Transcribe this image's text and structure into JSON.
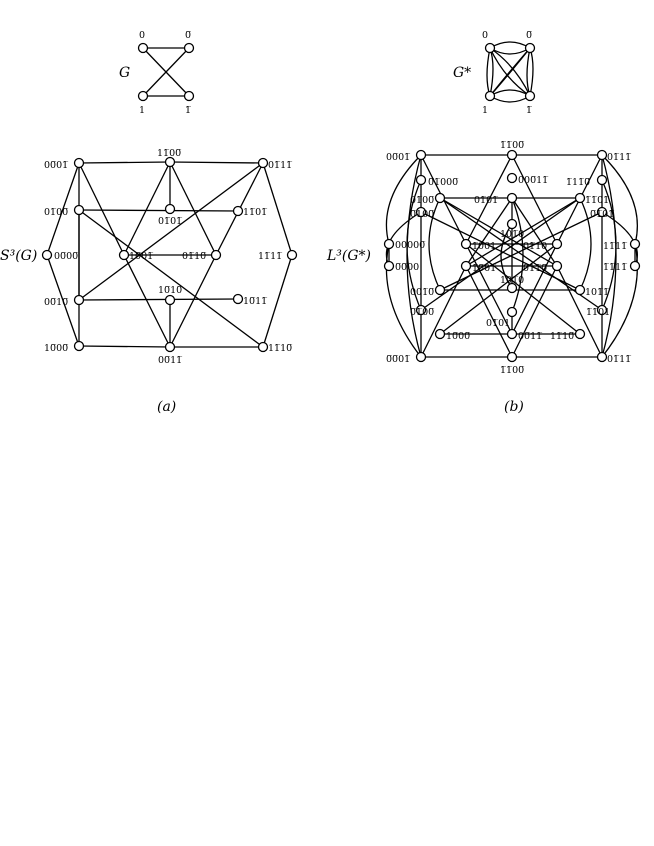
{
  "graph_g": {
    "label": "G",
    "vertices": {
      "v0": "0",
      "v0bar": "0̅",
      "v1": "1",
      "v1bar": "1̅"
    }
  },
  "graph_gstar": {
    "label": "G*",
    "vertices": {
      "v0": "0",
      "v0bar": "0̅",
      "v1": "1",
      "v1bar": "1̅"
    }
  },
  "panel_a": {
    "name": "S³(G)",
    "caption": "(a)",
    "nodes": {
      "n0001": "00̅01̅",
      "n1100t": "11̅00̅",
      "n0111": "01̅11̅",
      "n0100": "01̅00̅",
      "n0101": "01̅01̅",
      "n1101": "11̅01̅",
      "n0000": "00̅00̅",
      "n1001": "10̅01̅",
      "n0110": "01̅10̅",
      "n1111": "11̅11̅",
      "n0010": "00̅10̅",
      "n1010": "10̅10̅",
      "n1011": "10̅11̅",
      "n1000": "10̅00̅",
      "n0011": "00̅11̅",
      "n1110": "11̅10̅"
    }
  },
  "panel_b": {
    "name": "L³(G*)",
    "caption": "(b)",
    "nodes": {
      "a": "00̅01̅",
      "b": "1̅1̅00̅",
      "c": "01̅11̅",
      "d": "0̅1̅000̅",
      "e": "1̅11̅0̅",
      "f": "01̅00̅",
      "g": "01̅01̅",
      "h": "1̅1̅01̅",
      "i": "0̅100̅",
      "j": "000̅11̅",
      "k": "0̅1̅01̅",
      "l": "101̅0",
      "m": "1̅001",
      "n": "01̅10",
      "o": "11̅11̅",
      "p": "00000̅",
      "q": "0̅0̅00",
      "r": "1̅1̅11̅",
      "s": "1̅0̅01̅",
      "t": "0̅11̅0̅",
      "u": "001̅0̅",
      "v": "101̅0",
      "w": "101̅1̅",
      "x": "0̅1̅00̅",
      "y": "01̅01",
      "z": "1̅1̅01",
      "aa": "10̅00̅",
      "bb": "00̅11̅",
      "cc": "11̅10̅",
      "dd": "0̅0̅01̅",
      "ee": "1̅1̅00̅",
      "ff": "01̅11̅"
    }
  }
}
